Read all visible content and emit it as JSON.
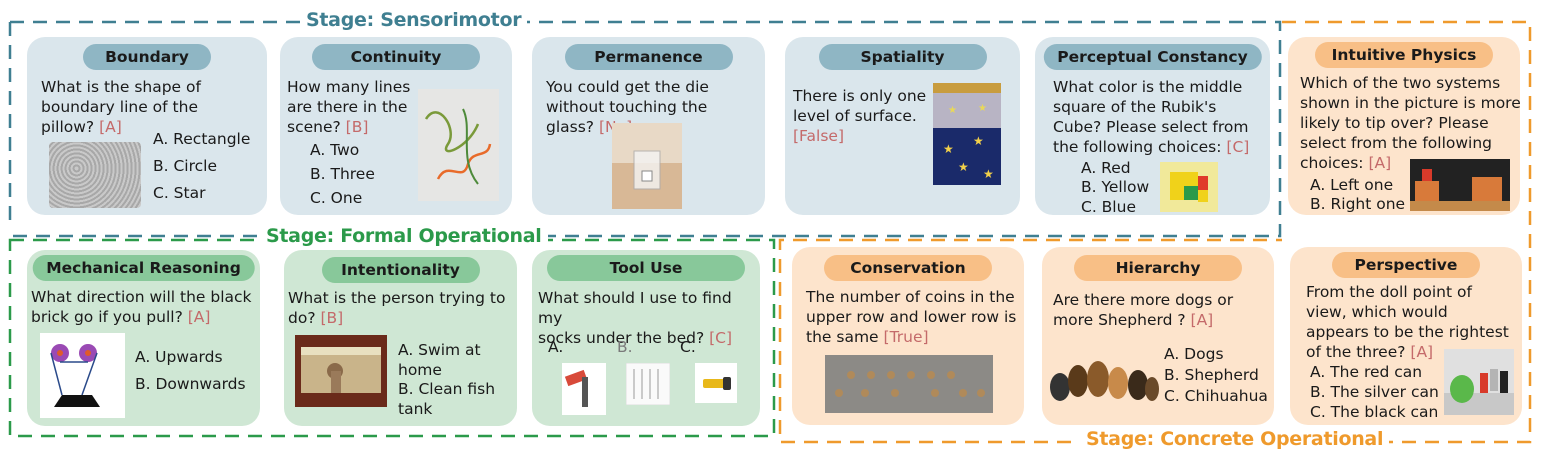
{
  "stages": {
    "sensorimotor": "Stage: Sensorimotor",
    "formal": "Stage: Formal Operational",
    "concrete": "Stage: Concrete Operational"
  },
  "colors": {
    "sensorimotor": "#3f7f91",
    "formal": "#2b9a4a",
    "concrete": "#ef9a2c",
    "answer": "#c46a6a"
  },
  "cards": {
    "boundary": {
      "title": "Boundary",
      "question": "What is the shape of\nboundary line of the\npillow?",
      "answer": "[A]",
      "options": [
        "A. Rectangle",
        "B. Circle",
        "C. Star"
      ]
    },
    "continuity": {
      "title": "Continuity",
      "question": "How many lines\nare there in the\nscene?",
      "answer": "[B]",
      "options": [
        "A. Two",
        "B. Three",
        "C. One"
      ]
    },
    "permanence": {
      "title": "Permanence",
      "question": "You could get the die\nwithout touching the\nglass?",
      "answer": "[No]"
    },
    "spatiality": {
      "title": "Spatiality",
      "question": "There is only one\nlevel of surface.",
      "answer": "[False]"
    },
    "perceptual": {
      "title": "Perceptual Constancy",
      "question": "What color is the middle\nsquare of the Rubik's\nCube? Please select from\nthe following choices:",
      "answer": "[C]",
      "options": [
        "A. Red",
        "B. Yellow",
        "C. Blue"
      ]
    },
    "intuitive": {
      "title": "Intuitive Physics",
      "question": "Which of the two systems\nshown in the picture is more\nlikely to tip over? Please\nselect from the following\nchoices:",
      "answer": "[A]",
      "options": [
        "A. Left one",
        "B. Right one"
      ]
    },
    "mechanical": {
      "title": "Mechanical Reasoning",
      "question": "What direction will the black\nbrick go if you pull?",
      "answer": "[A]",
      "options": [
        "A. Upwards",
        "B. Downwards"
      ]
    },
    "intentionality": {
      "title": "Intentionality",
      "question": "What is the person trying to\ndo?",
      "answer": "[B]",
      "options": [
        "A. Swim at\nhome",
        "B. Clean fish\ntank"
      ]
    },
    "tooluse": {
      "title": "Tool Use",
      "question": "What should I use to find my\nsocks under the bed?",
      "answer": "[C]",
      "options": [
        "A.",
        "B.",
        "C."
      ]
    },
    "conservation": {
      "title": "Conservation",
      "question": "The number of coins in the\nupper row and lower row is\nthe same",
      "answer": "[True]"
    },
    "hierarchy": {
      "title": "Hierarchy",
      "question": "Are there more dogs or\nmore Shepherd ?",
      "answer": "[A]",
      "options": [
        "A. Dogs",
        "B. Shepherd",
        "C. Chihuahua"
      ]
    },
    "perspective": {
      "title": "Perspective",
      "question": "From the doll point of\nview, which would\nappears to be the rightest\nof the three?",
      "answer": "[A]",
      "options": [
        "A. The red can",
        "B. The silver can",
        "C. The black can"
      ]
    }
  }
}
